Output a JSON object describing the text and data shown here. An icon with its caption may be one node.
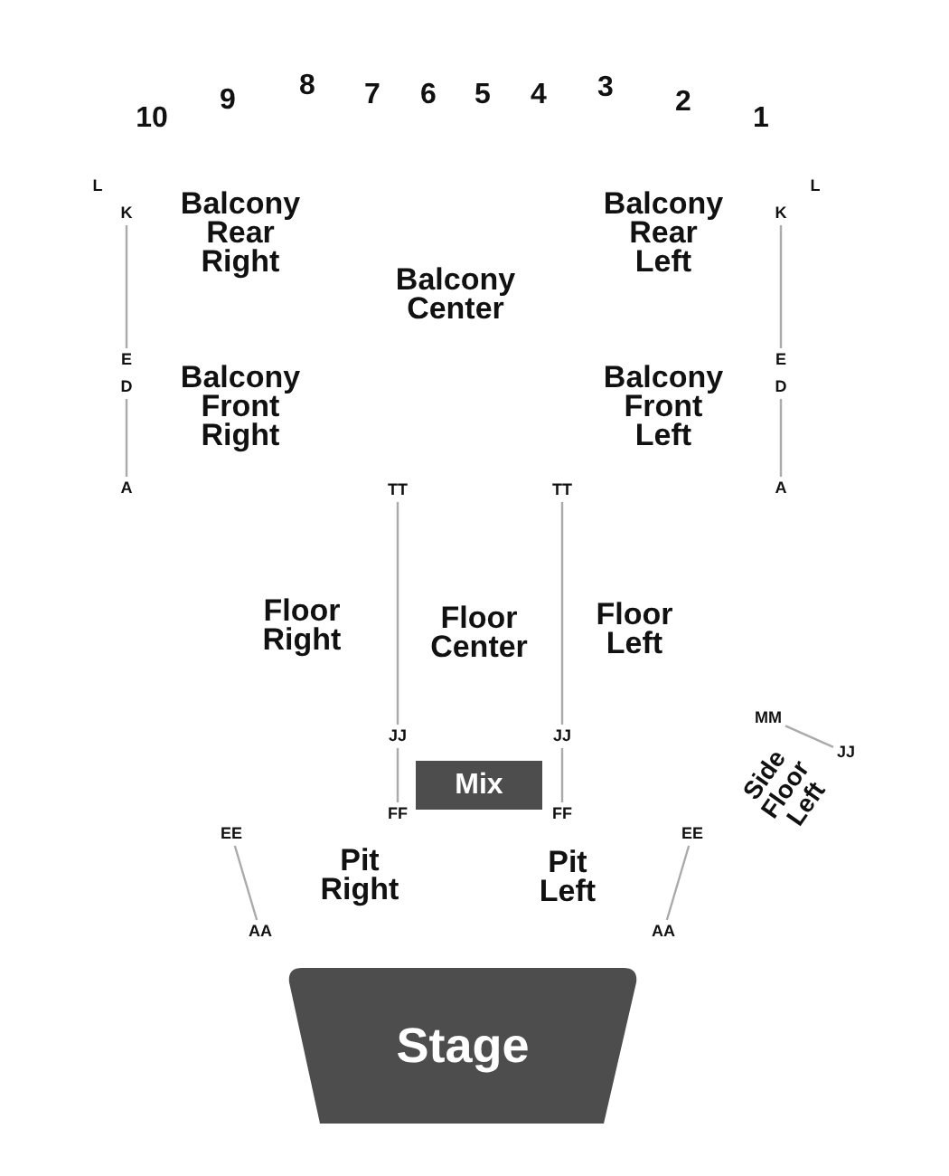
{
  "diagram": {
    "nodes": [
      {
        "text": [
          "K"
        ]
      },
      {
        "text": [
          "K"
        ]
      },
      {
        "text": [
          "E"
        ]
      },
      {
        "text": [
          "E"
        ]
      },
      {
        "text": [
          "D"
        ]
      },
      {
        "text": [
          "D"
        ]
      },
      {
        "text": [
          "A"
        ]
      },
      {
        "text": [
          "A"
        ]
      },
      {
        "text": [
          "TT"
        ]
      },
      {
        "text": [
          "TT"
        ]
      },
      {
        "text": [
          "MM"
        ]
      },
      {
        "text": [
          "JJ"
        ]
      },
      {
        "text": [
          "JJ"
        ]
      },
      {
        "text": [
          "JJ"
        ]
      },
      {
        "text": [
          "Mix"
        ]
      },
      {
        "text": [
          "FF"
        ]
      },
      {
        "text": [
          "FF"
        ]
      },
      {
        "text": [
          "EE"
        ]
      },
      {
        "text": [
          "EE"
        ]
      },
      {
        "text": [
          "AA"
        ]
      },
      {
        "text": [
          "AA"
        ]
      },
      {
        "text": [
          "Stage"
        ]
      }
    ],
    "edges": [
      {
        "from": 0,
        "to": 2,
        "arrow": "none"
      },
      {
        "from": 4,
        "to": 6,
        "arrow": "none"
      },
      {
        "from": 1,
        "to": 3,
        "arrow": "none"
      },
      {
        "from": 5,
        "to": 7,
        "arrow": "none"
      },
      {
        "from": 8,
        "to": 11,
        "arrow": "none"
      },
      {
        "from": 9,
        "to": 12,
        "arrow": "none"
      },
      {
        "from": 10,
        "to": 13,
        "arrow": "none"
      },
      {
        "from": 11,
        "to": 15,
        "arrow": "none"
      },
      {
        "from": 12,
        "to": 16,
        "arrow": "none"
      },
      {
        "from": 17,
        "to": 19,
        "arrow": "none"
      },
      {
        "from": 18,
        "to": 20,
        "arrow": "none"
      }
    ],
    "labels": [
      "10",
      "9",
      "8",
      "7",
      "6",
      "5",
      "4",
      "3",
      "2",
      "1",
      "L",
      "L",
      "Balcony Rear Right",
      "Balcony Rear Left",
      "Balcony Center",
      "Balcony Front Right",
      "Balcony Front Left",
      "Floor Right",
      "Floor Center",
      "Floor Left",
      "Side Floor Left",
      "Pit Right",
      "Pit Left"
    ]
  }
}
